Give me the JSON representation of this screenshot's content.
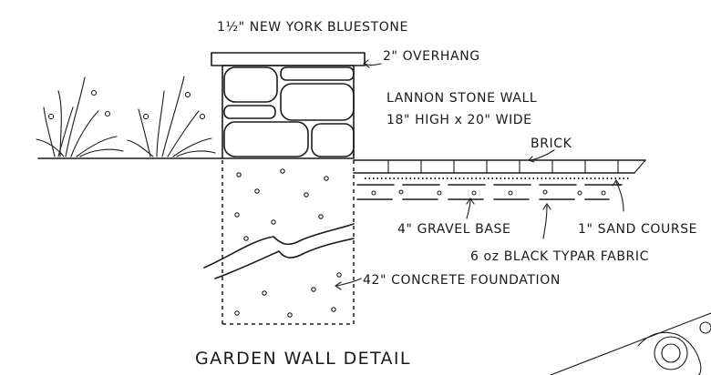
{
  "labels": {
    "bluestone": "1½\" NEW YORK BLUESTONE",
    "overhang": "2\" OVERHANG",
    "wall_line1": "LANNON STONE WALL",
    "wall_line2": "18\" HIGH x 20\" WIDE",
    "brick": "BRICK",
    "gravel": "4\" GRAVEL BASE",
    "sand": "1\" SAND COURSE",
    "fabric": "6 oz BLACK TYPAR FABRIC",
    "foundation": "42\" CONCRETE FOUNDATION"
  },
  "title": "GARDEN WALL DETAIL"
}
